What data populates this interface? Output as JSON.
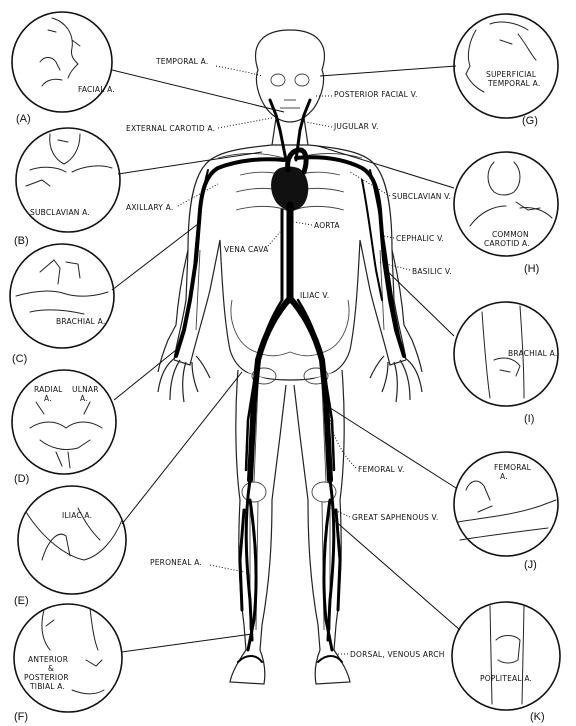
{
  "figure": {
    "labels": {
      "temporal_a": "TEMPORAL A.",
      "posterior_facial_v": "POSTERIOR FACIAL V.",
      "external_carotid_a": "EXTERNAL CAROTID A.",
      "jugular_v": "JUGULAR V.",
      "subclavian_v": "SUBCLAVIAN V.",
      "axillary_a": "AXILLARY A.",
      "aorta": "AORTA",
      "vena_cava": "VENA CAVA",
      "cephalic_v": "CEPHALIC V.",
      "basilic_v": "BASILIC V.",
      "iliac_v": "ILIAC V.",
      "femoral_v": "FEMORAL V.",
      "great_saphenous_v": "GREAT SAPHENOUS V.",
      "peroneal_a": "PERONEAL A.",
      "dorsal_venous_arch": "DORSAL, VENOUS ARCH"
    },
    "insets": {
      "A": {
        "tag": "(A)",
        "label": "FACIAL A."
      },
      "B": {
        "tag": "(B)",
        "label": "SUBCLAVIAN A."
      },
      "C": {
        "tag": "(C)",
        "label": "BRACHIAL A."
      },
      "D": {
        "tag": "(D)",
        "label_1": "RADIAL",
        "label_2": "A.",
        "label_3": "ULNAR",
        "label_4": "A."
      },
      "E": {
        "tag": "(E)",
        "label": "ILIAC A."
      },
      "F": {
        "tag": "(F)",
        "label_1": "ANTERIOR",
        "label_2": "&",
        "label_3": "POSTERIOR",
        "label_4": "TIBIAL A."
      },
      "G": {
        "tag": "(G)",
        "label_1": "SUPERFICIAL",
        "label_2": "TEMPORAL A."
      },
      "H": {
        "tag": "(H)",
        "label_1": "COMMON",
        "label_2": "CAROTID A."
      },
      "I": {
        "tag": "(I)",
        "label": "BRACHIAL A."
      },
      "J": {
        "tag": "(J)",
        "label_1": "FEMORAL",
        "label_2": "A."
      },
      "K": {
        "tag": "(K)",
        "label": "POPLITEAL A."
      }
    }
  }
}
